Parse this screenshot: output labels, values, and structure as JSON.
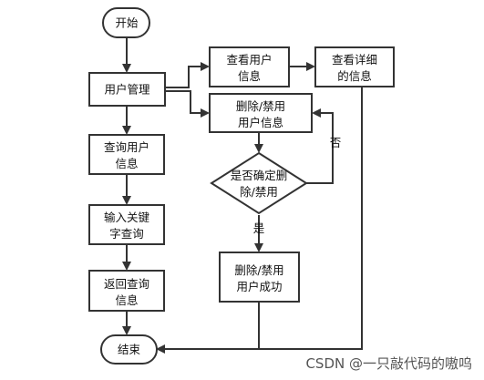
{
  "flowchart": {
    "nodes": {
      "start": {
        "label": "开始"
      },
      "user_mgmt": {
        "label": "用户管理"
      },
      "query_user": {
        "lines": [
          "查询用户",
          "信息"
        ]
      },
      "input_keyword": {
        "lines": [
          "输入关键",
          "字查询"
        ]
      },
      "return_query": {
        "lines": [
          "返回查询",
          "信息"
        ]
      },
      "end": {
        "label": "结束"
      },
      "view_user": {
        "lines": [
          "查看用户",
          "信息"
        ]
      },
      "view_detail": {
        "lines": [
          "查看详细",
          "的信息"
        ]
      },
      "delete_ban": {
        "lines": [
          "删除/禁用",
          "用户信息"
        ]
      },
      "confirm": {
        "lines": [
          "是否确定删",
          "除/禁用"
        ]
      },
      "success": {
        "lines": [
          "删除/禁用",
          "用户成功"
        ]
      }
    },
    "edge_labels": {
      "yes": "是",
      "no": "否"
    }
  },
  "watermark": "CSDN @一只敲代码的嗷呜"
}
